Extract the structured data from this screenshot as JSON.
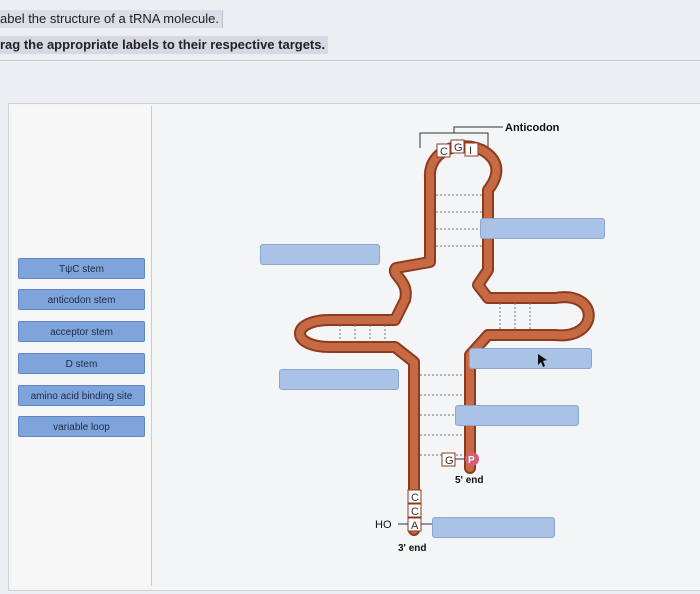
{
  "instructions": {
    "line1": "abel the structure of a tRNA molecule.",
    "line2": "rag the appropriate labels to their respective targets."
  },
  "labels": [
    "TψC stem",
    "anticodon stem",
    "acceptor stem",
    "D stem",
    "amino acid binding site",
    "variable loop"
  ],
  "diagram": {
    "anticodon_title": "Anticodon",
    "anticodon_bases": [
      "C",
      "G",
      "I"
    ],
    "five_prime_base": "G",
    "phosphate": "P",
    "five_prime_label": "5' end",
    "three_prime_label": "3' end",
    "ho_label": "HO",
    "cca_bases": [
      "C",
      "C",
      "A"
    ]
  },
  "targets_count": 6,
  "colors": {
    "strand": "#c66a45",
    "strand_dark": "#8e3a1d",
    "chip": "#7fa4dc",
    "target": "#a9c2e6",
    "base_box": "#ffffff",
    "phosphate": "#d85f73"
  }
}
